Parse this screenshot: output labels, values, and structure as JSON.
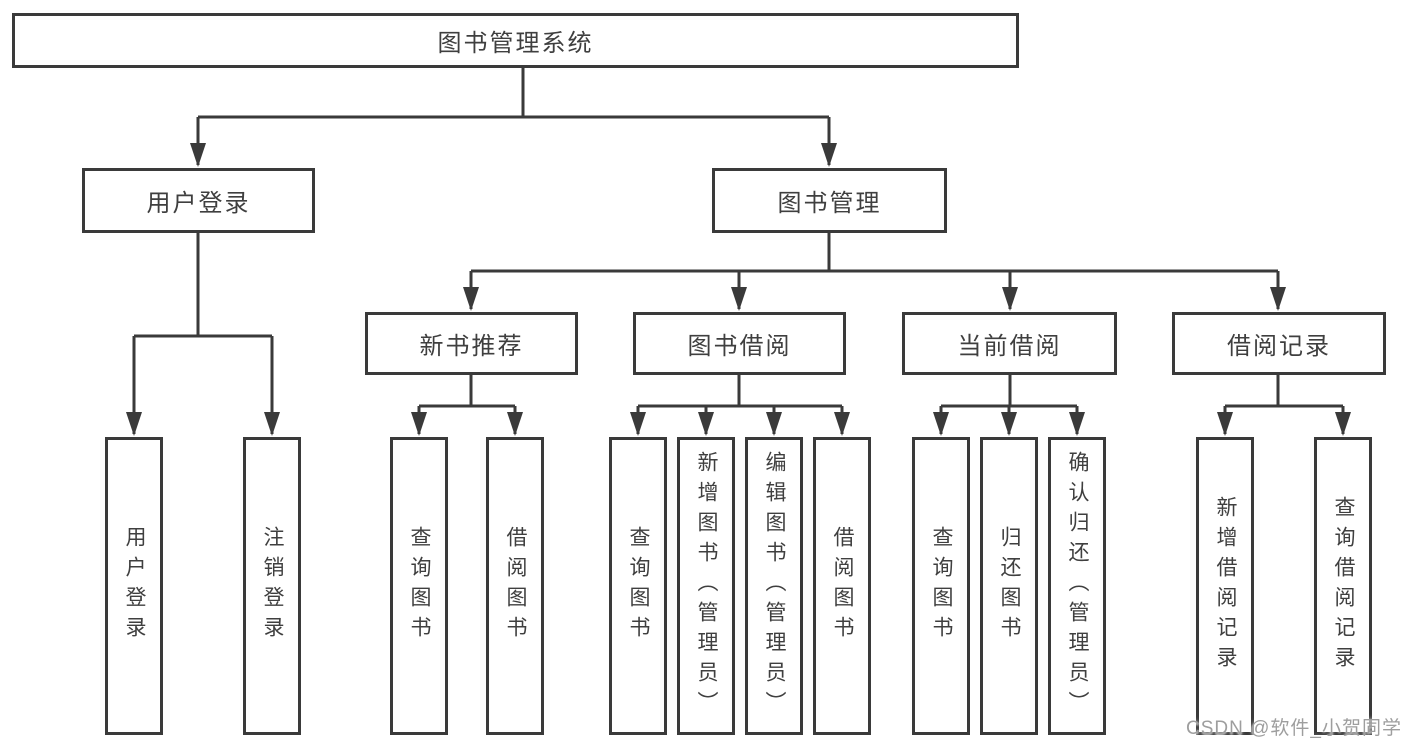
{
  "diagram": {
    "title": "图书管理系统",
    "nodes": {
      "root": "图书管理系统",
      "user_login": "用户登录",
      "book_management": "图书管理",
      "new_book_recommendation": "新书推荐",
      "book_borrowing": "图书借阅",
      "current_borrowing": "当前借阅",
      "borrowing_records": "借阅记录"
    },
    "leaves": {
      "ul_user_login": "用户登录",
      "ul_logout": "注销登录",
      "nb_query_books": "查询图书",
      "nb_borrow_books": "借阅图书",
      "bb_query_books": "查询图书",
      "bb_add_books": "新增图书（管理员）",
      "bb_edit_books": "编辑图书（管理员）",
      "bb_borrow_books": "借阅图书",
      "cb_query_books": "查询图书",
      "cb_return_books": "归还图书",
      "cb_confirm_return": "确认归还（管理员）",
      "br_add_record": "新增借阅记录",
      "br_query_record": "查询借阅记录"
    },
    "colors": {
      "line": "#3a3a3a",
      "text": "#3f3f3f",
      "background": "#ffffff",
      "watermark": "#9e9e9e"
    }
  },
  "watermark": "CSDN @软件_小贺同学"
}
